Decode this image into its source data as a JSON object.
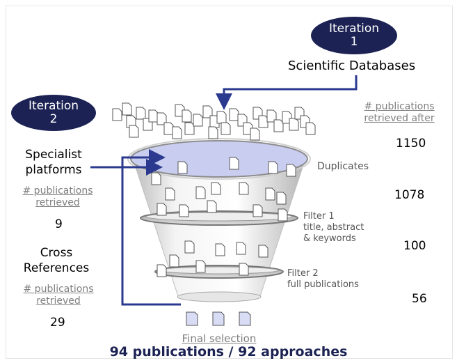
{
  "iteration1": {
    "line1": "Iteration",
    "line2": "1"
  },
  "iteration2": {
    "line1": "Iteration",
    "line2": "2"
  },
  "scientific_databases": "Scientific Databases",
  "right_header": {
    "line1": "# publications",
    "line2": "retrieved after"
  },
  "counts_after": [
    "1150",
    "1078",
    "100",
    "56"
  ],
  "stages": {
    "duplicates": "Duplicates",
    "filter1": {
      "title": "Filter 1",
      "line1": "title, abstract",
      "line2": "& keywords"
    },
    "filter2": {
      "title": "Filter 2",
      "line1": "full publications"
    }
  },
  "specialist": {
    "line1": "Specialist",
    "line2": "platforms",
    "sub1": "# publications",
    "sub2": "retrieved",
    "count": "9"
  },
  "cross": {
    "line1": "Cross",
    "line2": "References",
    "sub1": "# publications",
    "sub2": "retrieved",
    "count": "29"
  },
  "final_selection": "Final selection",
  "summary": "94 publications / 92 approaches",
  "colors": {
    "navy": "#1c2354",
    "arrow": "#2b3a8f",
    "ellipse_fill": "#c9cdef",
    "doc_fill": "#d8dcf5"
  }
}
